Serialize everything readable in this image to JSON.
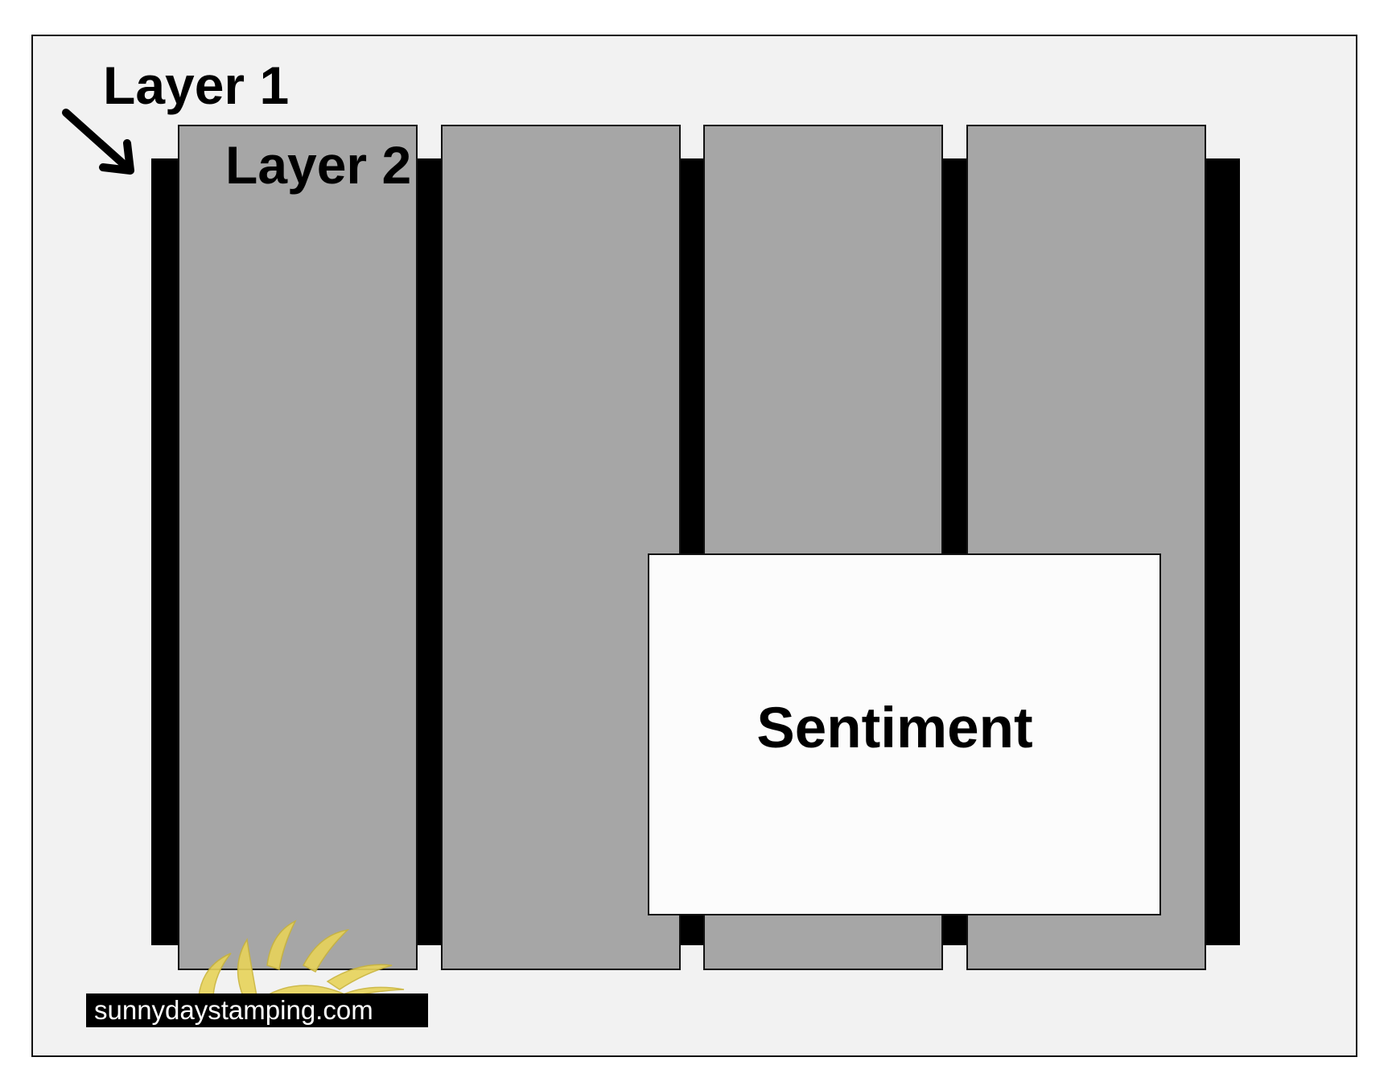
{
  "labels": {
    "layer1": "Layer 1",
    "layer2": "Layer 2",
    "sentiment": "Sentiment"
  },
  "logo": {
    "text": "sunnydaystamping.com"
  },
  "colors": {
    "background": "#f2f2f2",
    "layer1": "#000000",
    "layer2": "#a6a6a6",
    "sentiment_panel": "#fcfcfc",
    "border": "#111111",
    "sun": "#e8d35a"
  },
  "icons": {
    "pointer": "arrow-down-right-icon",
    "logo_mark": "sun-icon"
  }
}
